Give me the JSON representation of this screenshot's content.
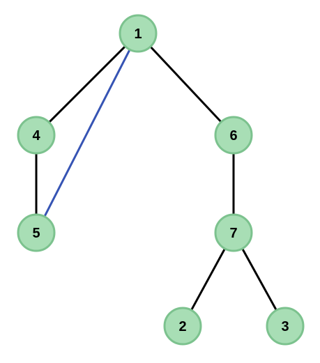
{
  "colors": {
    "node_fill": "#a8deb5",
    "node_stroke": "#7cc28e",
    "edge": "#000000",
    "highlight_edge": "#3654b4",
    "label": "#000000"
  },
  "graph": {
    "nodes": [
      {
        "id": "n1",
        "label": "1"
      },
      {
        "id": "n4",
        "label": "4"
      },
      {
        "id": "n6",
        "label": "6"
      },
      {
        "id": "n5",
        "label": "5"
      },
      {
        "id": "n7",
        "label": "7"
      },
      {
        "id": "n2",
        "label": "2"
      },
      {
        "id": "n3",
        "label": "3"
      }
    ],
    "edges": [
      {
        "from": "1",
        "to": "4",
        "highlighted": false
      },
      {
        "from": "1",
        "to": "6",
        "highlighted": false
      },
      {
        "from": "4",
        "to": "5",
        "highlighted": false
      },
      {
        "from": "6",
        "to": "7",
        "highlighted": false
      },
      {
        "from": "7",
        "to": "2",
        "highlighted": false
      },
      {
        "from": "7",
        "to": "3",
        "highlighted": false
      },
      {
        "from": "1",
        "to": "5",
        "highlighted": true
      }
    ]
  }
}
